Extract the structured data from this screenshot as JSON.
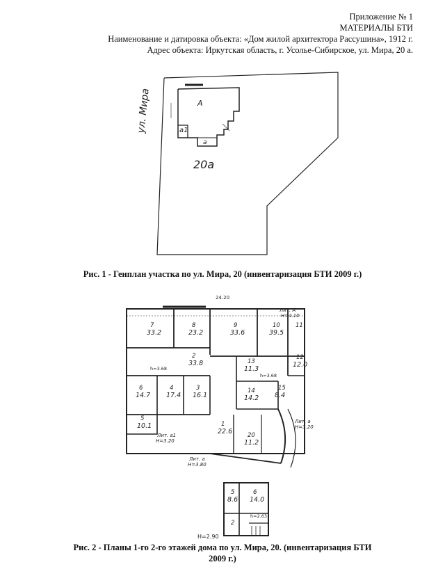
{
  "header": {
    "line1": "Приложение № 1",
    "line2": "МАТЕРИАЛЫ БТИ",
    "line3": "Наименование и датировка объекта: «Дом жилой архитектора Рассушина», 1912 г.",
    "line4": "Адрес объекта: Иркутская область, г. Усолье-Сибирское, ул. Мира, 20 а."
  },
  "site_plan": {
    "street": "ул. Мира",
    "lot": "20а",
    "building_main": "А",
    "building_a1": "а1",
    "building_a": "а"
  },
  "caption1": "Рис. 1 - Генплан участка по ул. Мира, 20 (инвентаризация БТИ 2009 г.)",
  "floor_plan": {
    "top_dim": "24.20",
    "lit_a_label": "Лит. А",
    "lit_a_height": "H=4.10",
    "lit_a_bottom": "Лит. а",
    "lit_a_bottom_h": "H=3.80",
    "lit_a1": "Лит. а1",
    "lit_a1_h": "H=3.20",
    "lit_a_right": "Лит. а",
    "lit_a_right_h": "H=3.20",
    "h_ceiling_1": "h=3.68",
    "h_ceiling_2": "h=3.68",
    "rooms": [
      {
        "num": "7",
        "area": "33.2"
      },
      {
        "num": "8",
        "area": "23.2"
      },
      {
        "num": "9",
        "area": "33.6"
      },
      {
        "num": "10",
        "area": "39.5"
      },
      {
        "num": "11",
        "area": ""
      },
      {
        "num": "12",
        "area": "12.0"
      },
      {
        "num": "2",
        "area": "33.8"
      },
      {
        "num": "13",
        "area": "11.3"
      },
      {
        "num": "6",
        "area": "14.7"
      },
      {
        "num": "4",
        "area": "17.4"
      },
      {
        "num": "3",
        "area": "16.1"
      },
      {
        "num": "14",
        "area": "14.2"
      },
      {
        "num": "15",
        "area": "8.4"
      },
      {
        "num": "5",
        "area": "10.1"
      },
      {
        "num": "1",
        "area": "22.6"
      },
      {
        "num": "20",
        "area": "11.2"
      }
    ],
    "upper_rooms": [
      {
        "num": "5",
        "area": "8.6"
      },
      {
        "num": "6",
        "area": "14.0"
      },
      {
        "num": "2",
        "area": ""
      }
    ],
    "upper_h": "H=2.90",
    "upper_h_inner": "h=2.63"
  },
  "caption2_line1": "Рис. 2 - Планы 1-го 2-го этажей дома по ул. Мира, 20. (инвентаризация БТИ",
  "caption2_line2": "2009 г.)"
}
